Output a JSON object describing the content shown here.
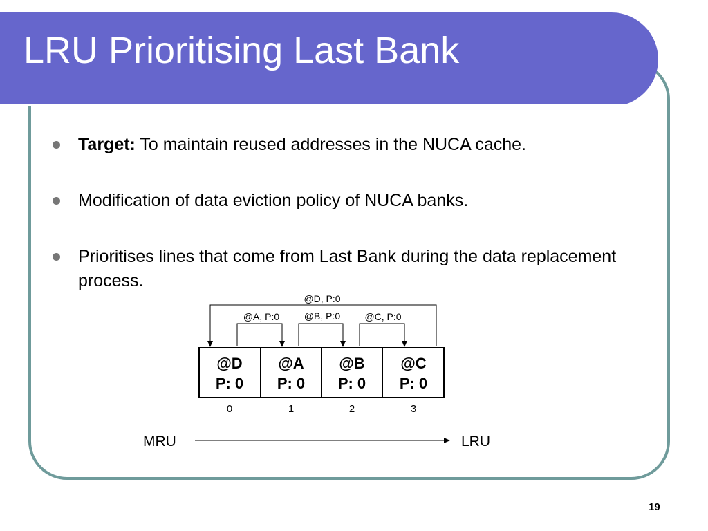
{
  "title": "LRU Prioritising Last Bank",
  "bullets": [
    {
      "bold": "Target:",
      "text": " To maintain reused addresses in the NUCA cache."
    },
    {
      "bold": "",
      "text": "Modification of data eviction policy of NUCA banks."
    },
    {
      "bold": "",
      "text": "Prioritises lines that come from Last Bank during the data replacement process."
    }
  ],
  "diagram": {
    "arrow_labels": {
      "top": "@D, P:0",
      "a": "@A, P:0",
      "b": "@B, P:0",
      "c": "@C, P:0"
    },
    "cells": [
      {
        "addr": "@D",
        "prio": "P: 0",
        "index": "0"
      },
      {
        "addr": "@A",
        "prio": "P: 0",
        "index": "1"
      },
      {
        "addr": "@B",
        "prio": "P: 0",
        "index": "2"
      },
      {
        "addr": "@C",
        "prio": "P: 0",
        "index": "3"
      }
    ],
    "mru_label": "MRU",
    "lru_label": "LRU"
  },
  "slide_number": "19",
  "colors": {
    "title_bar": "#6666cc",
    "frame_border": "#6f9b9b",
    "bullet_dot": "#777777"
  }
}
